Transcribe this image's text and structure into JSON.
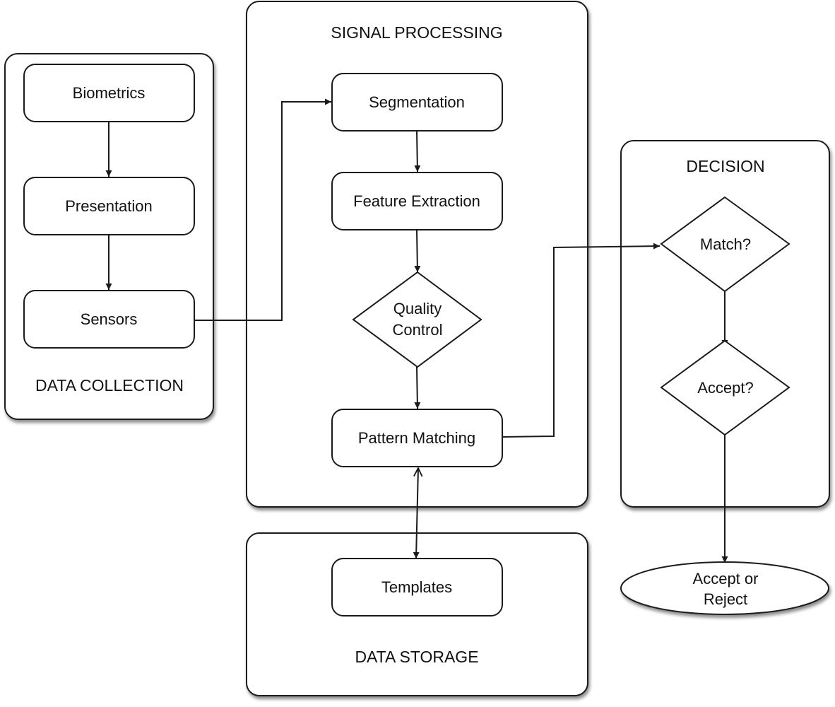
{
  "groups": {
    "data_collection": "DATA COLLECTION",
    "signal_processing": "SIGNAL PROCESSING",
    "data_storage": "DATA STORAGE",
    "decision": "DECISION"
  },
  "nodes": {
    "biometrics": "Biometrics",
    "presentation": "Presentation",
    "sensors": "Sensors",
    "segmentation": "Segmentation",
    "feature_extraction": "Feature Extraction",
    "quality_control_line1": "Quality",
    "quality_control_line2": "Control",
    "pattern_matching": "Pattern Matching",
    "templates": "Templates",
    "match": "Match?",
    "accept": "Accept?",
    "result_line1": "Accept or",
    "result_line2": "Reject"
  },
  "colors": {
    "stroke": "#1a1a1a",
    "fill": "#ffffff",
    "shadow": "#000000"
  }
}
